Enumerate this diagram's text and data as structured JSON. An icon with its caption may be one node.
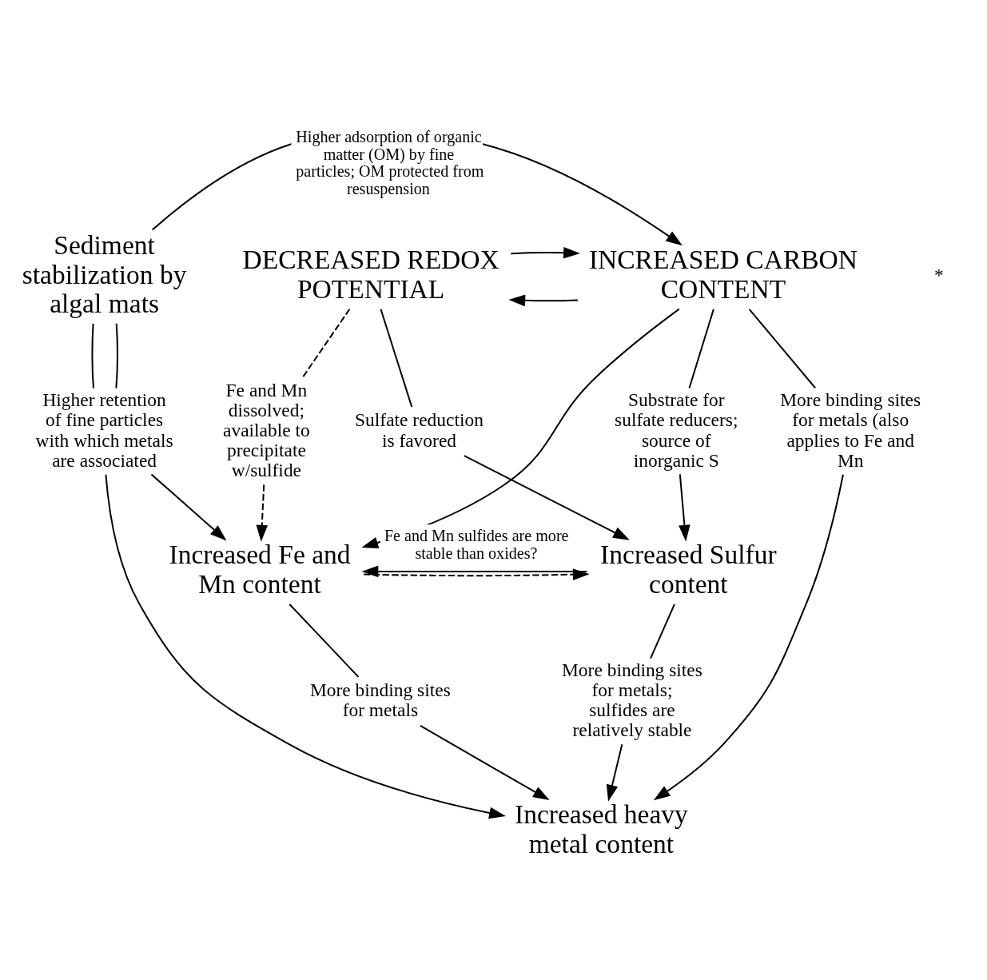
{
  "diagram": {
    "nodes": [
      {
        "text": [
          "Sediment stabilization by algal mats"
        ]
      },
      {
        "text": [
          "DECREASED REDOX POTENTIAL"
        ]
      },
      {
        "text": [
          "INCREASED CARBON CONTENT"
        ]
      },
      {
        "text": [
          "Higher retention of fine particles with which metals are associated"
        ]
      },
      {
        "text": [
          "Fe and Mn dissolved; available to precipitate w/sulfide"
        ]
      },
      {
        "text": [
          "Sulfate reduction is favored"
        ]
      },
      {
        "text": [
          "Substrate for sulfate reducers; source of inorganic S"
        ]
      },
      {
        "text": [
          "More binding sites for metals (also applies to Fe and Mn"
        ]
      },
      {
        "text": [
          "Increased Fe and Mn content"
        ]
      },
      {
        "text": [
          "Increased Sulfur content"
        ]
      },
      {
        "text": [
          "More binding sites for metals"
        ]
      },
      {
        "text": [
          "More binding sites for metals; sulfides are relatively stable"
        ]
      },
      {
        "text": [
          "Increased heavy metal content"
        ]
      }
    ],
    "edges": [
      {
        "from": 0,
        "to": 2,
        "arrow": "to",
        "label": "Higher adsorption of organic matter (OM) by fine particles; OM protected from resuspension"
      },
      {
        "from": 2,
        "to": 1,
        "arrow": "to"
      },
      {
        "from": 1,
        "to": 2,
        "arrow": "to"
      },
      {
        "from": 0,
        "to": 3,
        "arrow": "none"
      },
      {
        "from": 0,
        "to": 3,
        "arrow": "none"
      },
      {
        "from": 1,
        "to": 4,
        "arrow": "none",
        "style": "dashed"
      },
      {
        "from": 1,
        "to": 5,
        "arrow": "none"
      },
      {
        "from": 2,
        "to": 6,
        "arrow": "none"
      },
      {
        "from": 2,
        "to": 7,
        "arrow": "none"
      },
      {
        "from": 3,
        "to": 8,
        "arrow": "to"
      },
      {
        "from": 4,
        "to": 8,
        "arrow": "to",
        "style": "dashed"
      },
      {
        "from": 2,
        "to": 8,
        "arrow": "to"
      },
      {
        "from": 5,
        "to": 9,
        "arrow": "to"
      },
      {
        "from": 6,
        "to": 9,
        "arrow": "to"
      },
      {
        "from": 8,
        "to": 9,
        "arrow": "to",
        "style": "dashed"
      },
      {
        "from": 9,
        "to": 8,
        "arrow": "to",
        "label": "Fe and Mn sulfides are more stable than oxides?"
      },
      {
        "from": 8,
        "to": 10,
        "arrow": "none"
      },
      {
        "from": 9,
        "to": 11,
        "arrow": "none"
      },
      {
        "from": 3,
        "to": 12,
        "arrow": "to"
      },
      {
        "from": 10,
        "to": 12,
        "arrow": "to"
      },
      {
        "from": 11,
        "to": 12,
        "arrow": "to"
      },
      {
        "from": 7,
        "to": 12,
        "arrow": "to"
      }
    ],
    "labels": [
      "*"
    ]
  }
}
